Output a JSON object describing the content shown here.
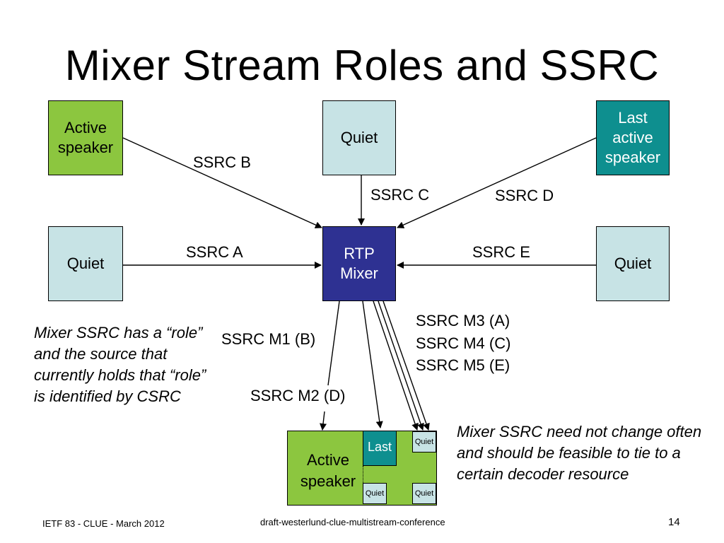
{
  "slide": {
    "title": "Mixer Stream Roles and SSRC",
    "boxes": {
      "active_speaker": "Active speaker",
      "quiet_top": "Quiet",
      "last_active_speaker": "Last active speaker",
      "quiet_left": "Quiet",
      "rtp_mixer": "RTP Mixer",
      "quiet_right": "Quiet"
    },
    "ssrc_labels": {
      "b": "SSRC B",
      "c": "SSRC C",
      "d": "SSRC D",
      "a": "SSRC A",
      "e": "SSRC E",
      "m1": "SSRC M1 (B)",
      "m2": "SSRC M2 (D)",
      "m3": "SSRC M3 (A)",
      "m4": "SSRC M4 (C)",
      "m5": "SSRC M5 (E)"
    },
    "notes": {
      "left": "Mixer SSRC has a “role” and the source that currently holds that “role” is identified by CSRC",
      "right": "Mixer SSRC need not change often and should be feasible to tie to a certain decoder resource"
    },
    "layout_box": {
      "main": "Active speaker",
      "last": "Last",
      "quiet_top_right": "Quiet",
      "quiet_bottom_mid": "Quiet",
      "quiet_bottom_right": "Quiet"
    },
    "footer": {
      "left": "IETF 83 - CLUE - March 2012",
      "center": "draft-westerlund-clue-multistream-conference",
      "page": "14"
    }
  },
  "colors": {
    "active": "#8cc63f",
    "last_active": "#0e8f8f",
    "quiet": "#c7e3e5",
    "mixer": "#2e3192"
  }
}
